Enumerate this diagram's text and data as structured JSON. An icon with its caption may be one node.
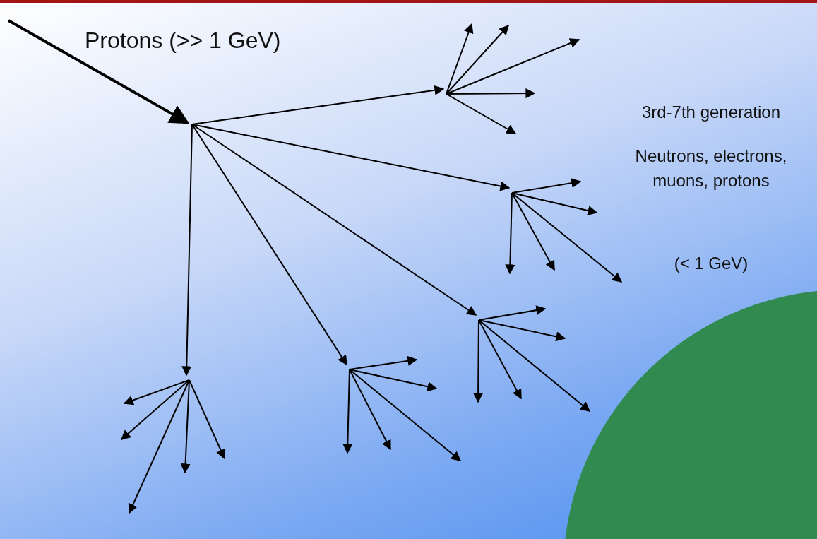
{
  "diagram": {
    "labels": [
      "Protons (>> 1 GeV)",
      "3rd-7th generation",
      "Neutrons, electrons, muons, protons",
      "(< 1 GeV)"
    ]
  }
}
